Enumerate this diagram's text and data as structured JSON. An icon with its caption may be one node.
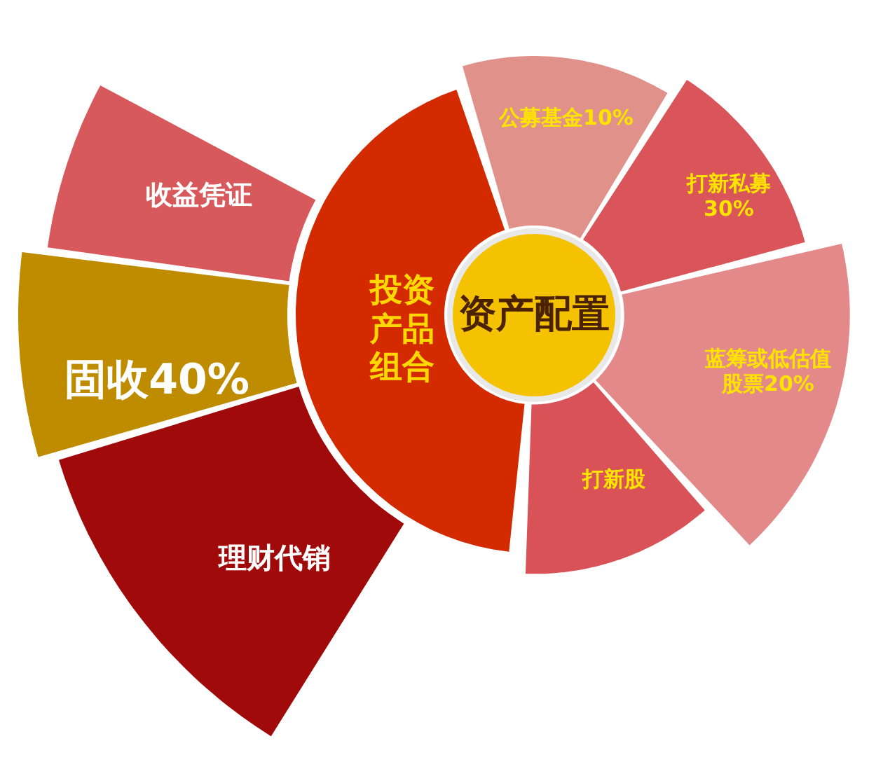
{
  "diagram": {
    "nodes": [
      {
        "text": [
          "资产配置"
        ]
      },
      {
        "text": [
          "投资产品组合"
        ]
      },
      {
        "text": [
          "公募基金10%"
        ]
      },
      {
        "text": [
          "打新私募30%"
        ]
      },
      {
        "text": [
          "蓝筹或低估值股票20%"
        ]
      },
      {
        "text": [
          "打新股"
        ]
      },
      {
        "text": [
          "收益凭证"
        ]
      },
      {
        "text": [
          "固收40%"
        ]
      },
      {
        "text": [
          "理财代销"
        ]
      }
    ]
  }
}
